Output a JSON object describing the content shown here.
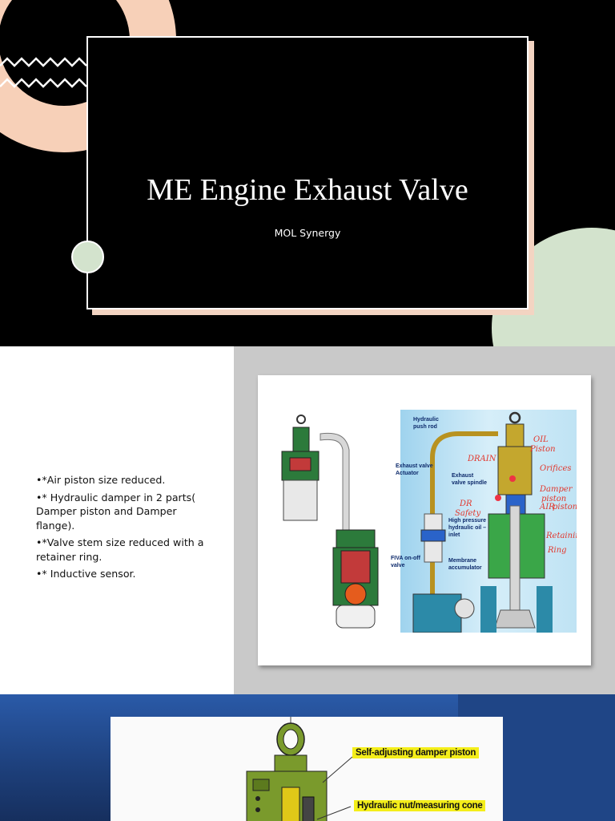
{
  "slide1": {
    "title": "ME Engine Exhaust Valve",
    "subtitle": "MOL Synergy",
    "colors": {
      "peach": "#f7d0b8",
      "green": "#d3e3cd",
      "background": "#000000"
    }
  },
  "slide2": {
    "bullets": [
      "•*Air piston size reduced.",
      "•* Hydraulic damper in 2 parts( Damper piston and Damper flange).",
      "•*Valve stem size reduced with a retainer ring.",
      "•* Inductive sensor."
    ],
    "diagram_labels": {
      "push_rod": [
        "Hydraulic",
        "push rod"
      ],
      "actuator": [
        "Exhaust valve",
        "Actuator"
      ],
      "spindle": [
        "Exhaust",
        "valve spindle"
      ],
      "hp_oil": [
        "High pressure",
        "hydraulic oil –",
        "inlet"
      ],
      "fiva": [
        "FIVA on-off",
        "valve"
      ],
      "accumulator": [
        "Membrane",
        "accumulator"
      ]
    },
    "handwritten": {
      "oil_piston": [
        "OIL",
        "Piston"
      ],
      "orifices": "Orifices",
      "drain": "DRAIN",
      "damper_piston": [
        "Damper",
        "piston"
      ],
      "air_piston": [
        "AIR",
        "piston"
      ],
      "dr_safety": [
        "DR",
        "Safety"
      ],
      "retaining_ring": [
        "Retaining",
        "Ring"
      ]
    }
  },
  "slide3": {
    "callouts": [
      "Self-adjusting damper piston",
      "Hydraulic nut/measuring cone"
    ],
    "colors": {
      "highlight": "#f4ee1a",
      "blue": "#2a5aa8"
    }
  }
}
